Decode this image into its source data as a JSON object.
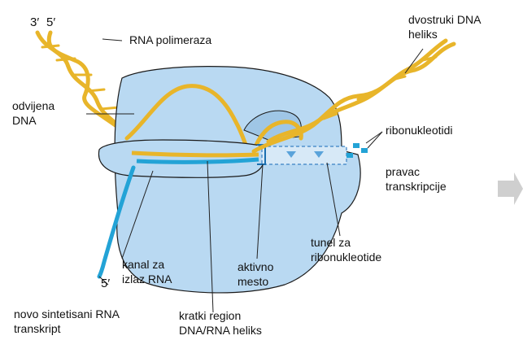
{
  "colors": {
    "polymerase": "#b9d9f2",
    "polymerase_dark": "#9fc6e6",
    "polymerase_outline": "#1a1a1a",
    "dna": "#e8b52a",
    "rna": "#23a3d6",
    "tunnel_dash": "#3a82c4",
    "arrow_gray": "#cfcfcf",
    "leader": "#222222"
  },
  "labels": {
    "end_3": "3′",
    "end_5": "5′",
    "rna_5_end": "5′",
    "rna_polymerase": "RNA polimeraza",
    "double_helix_line1": "dvostruki DNA",
    "double_helix_line2": "heliks",
    "unwound_line1": "odvijena",
    "unwound_line2": "DNA",
    "ribonucleotides": "ribonukleotidi",
    "direction_line1": "pravac",
    "direction_line2": "transkripcije",
    "exit_channel_line1": "kanal za",
    "exit_channel_line2": "izlaz RNA",
    "active_site_line1": "aktivno",
    "active_site_line2": "mesto",
    "tunnel_line1": "tunel za",
    "tunnel_line2": "ribonukleotide",
    "new_rna_line1": "novo sintetisani RNA",
    "new_rna_line2": "transkript",
    "short_region_line1": "kratki region",
    "short_region_line2": "DNA/RNA heliks"
  },
  "icons": {
    "direction_arrow": "right-arrow-icon"
  }
}
